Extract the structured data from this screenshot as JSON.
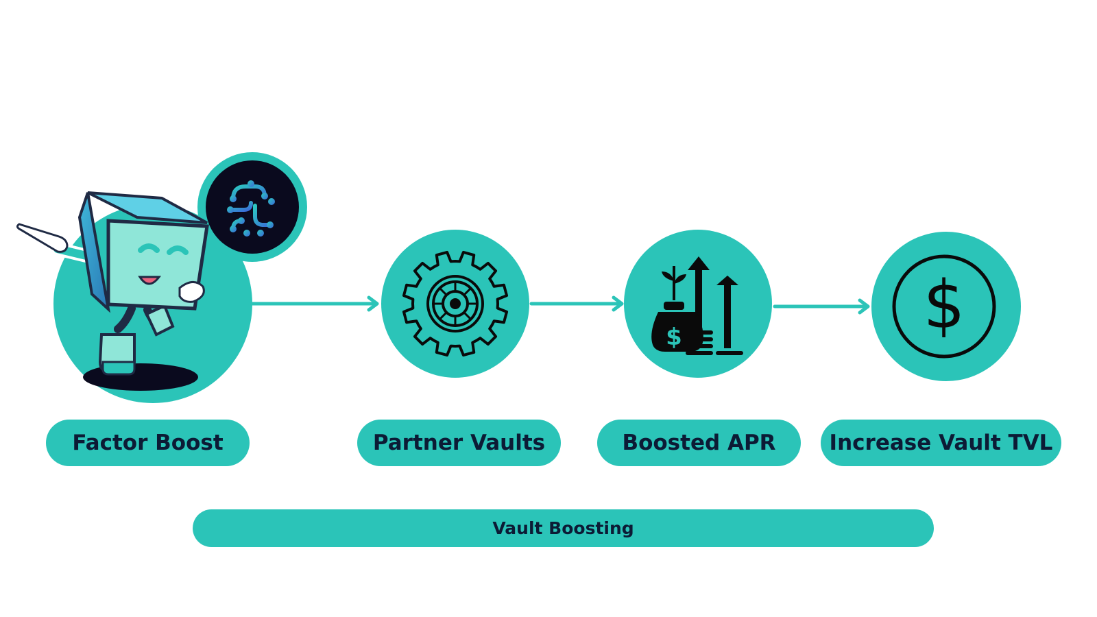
{
  "diagram": {
    "colors": {
      "accent": "#2bc4b8",
      "text": "#0c1b35",
      "background": "#ffffff",
      "icon": "#0a0a0a"
    },
    "steps": [
      {
        "label": "Factor Boost",
        "icon": "cube-mascot-icon"
      },
      {
        "label": "Partner Vaults",
        "icon": "gear-icon"
      },
      {
        "label": "Boosted APR",
        "icon": "money-growth-icon"
      },
      {
        "label": "Increase Vault TVL",
        "icon": "dollar-circle-icon"
      }
    ],
    "badge_icon": "factor-logo-icon",
    "footer_label": "Vault Boosting"
  }
}
